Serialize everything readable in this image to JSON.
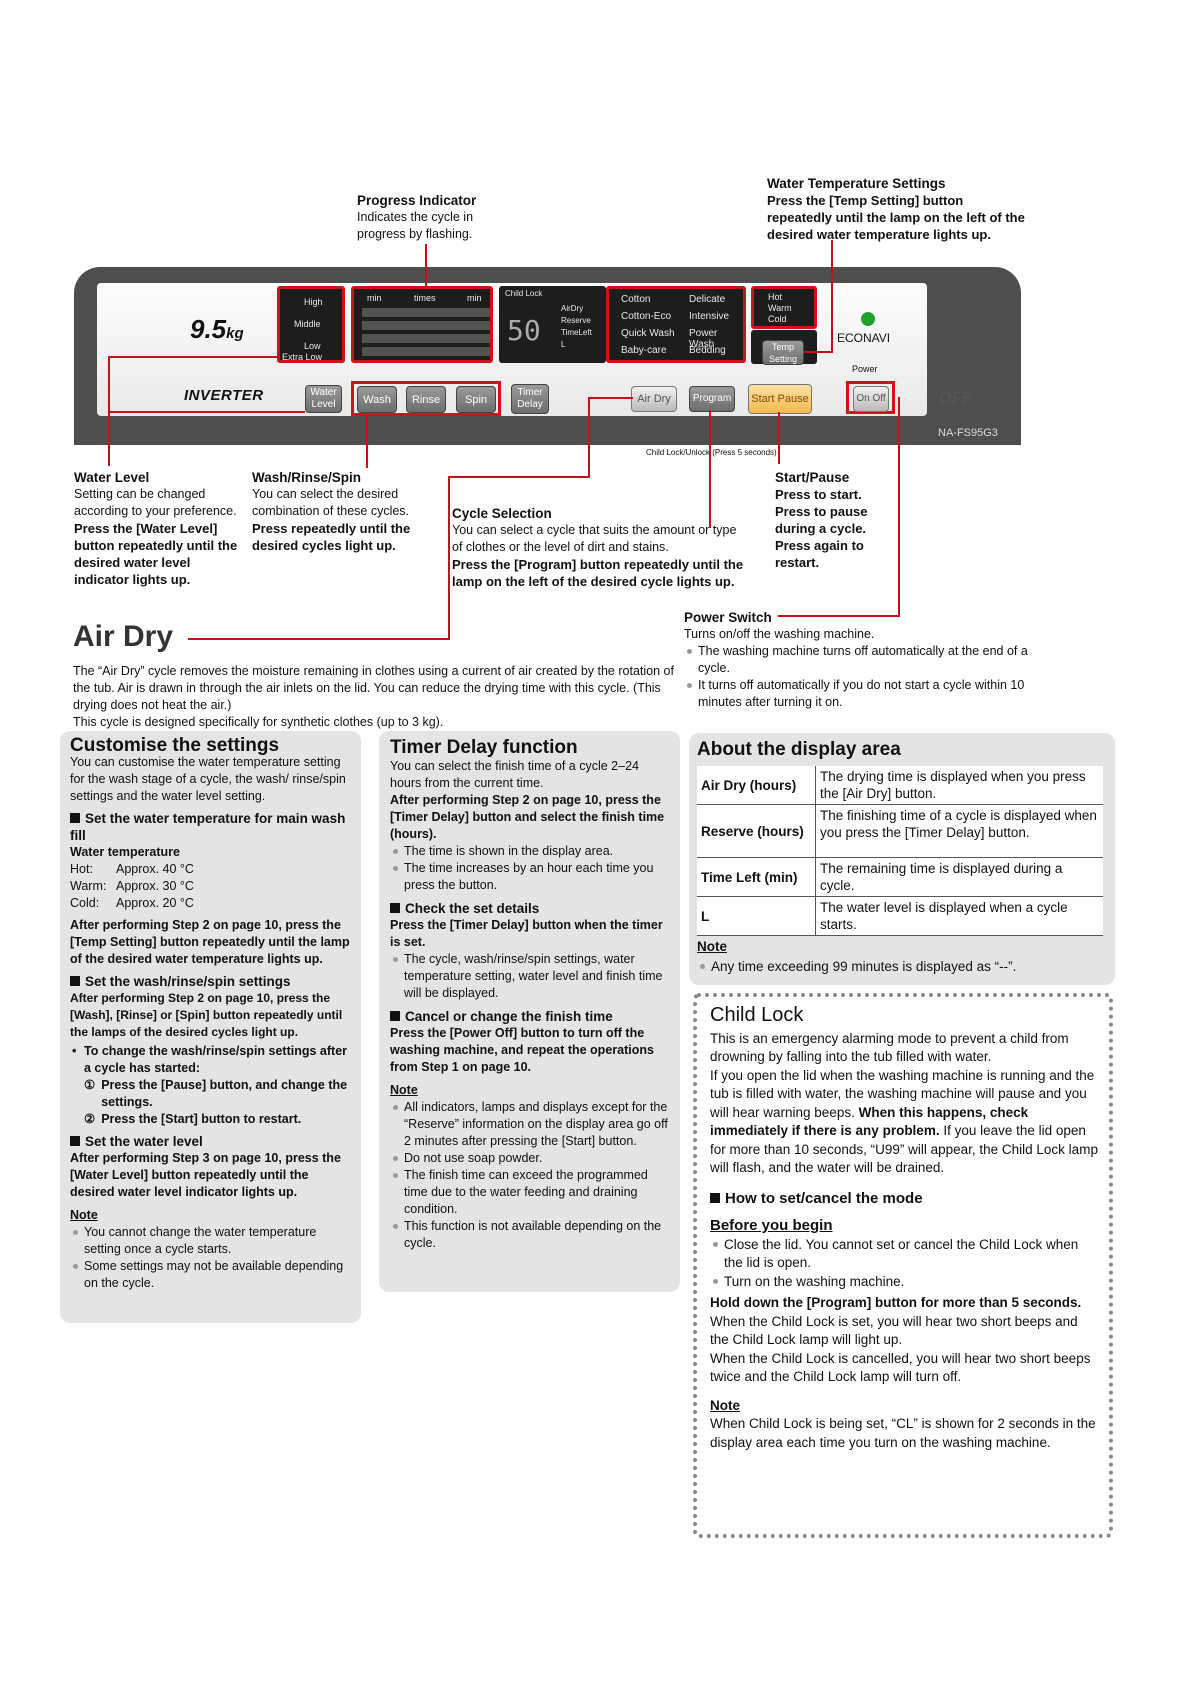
{
  "callouts": {
    "progress": {
      "title": "Progress Indicator",
      "body": "Indicates the cycle in progress by flashing."
    },
    "water_temp": {
      "title": "Water Temperature Settings",
      "body": "Press the [Temp Setting] button repeatedly until the lamp on the left of the desired water temperature lights up."
    },
    "water_level": {
      "title": "Water Level",
      "body": "Setting can be changed according to your preference.",
      "bold": "Press the [Water Level] button repeatedly until the desired water level indicator lights up."
    },
    "wash_rinse_spin": {
      "title": "Wash/Rinse/Spin",
      "body": "You can select the desired combination of these cycles.",
      "bold": "Press repeatedly until the desired cycles light up."
    },
    "cycle_selection": {
      "title": "Cycle Selection",
      "body": "You can select a cycle that suits the amount or type of clothes or the level of dirt and stains.",
      "bold": "Press the [Program] button repeatedly until the lamp on the left of the desired cycle lights up."
    },
    "start_pause": {
      "title": "Start/Pause",
      "bold": "Press to start. Press to pause during a cycle. Press again to restart."
    },
    "power_switch": {
      "title": "Power Switch",
      "body": "Turns on/off the washing machine.",
      "bullets": [
        "The washing machine turns off automatically at the end of a cycle.",
        "It turns off automatically if you do not start a cycle within 10 minutes after turning it on."
      ]
    }
  },
  "panel": {
    "capacity": "9.5",
    "capacity_unit": "kg",
    "brand": "INVERTER",
    "levels": [
      "High",
      "Middle",
      "Low",
      "Extra Low"
    ],
    "col_heads": [
      "min",
      "times",
      "min"
    ],
    "child_lock": "Child Lock",
    "display_digits": "50",
    "display_labels": [
      "AirDry",
      "Reserve",
      "TimeLeft",
      "L"
    ],
    "cycles": [
      "Cotton",
      "Delicate",
      "Cotton-Eco",
      "Intensive",
      "Quick Wash",
      "Power Wash",
      "Baby-care",
      "Bedding"
    ],
    "temps": [
      "Hot",
      "Warm",
      "Cold"
    ],
    "temp_button": "Temp Setting",
    "econavi": "ECONAVI",
    "power_label": "Power",
    "on_off": "On Off",
    "auto_off": "OFF",
    "model": "NA-FS95G3",
    "buttons": {
      "water_level": "Water Level",
      "wash": "Wash",
      "rinse": "Rinse",
      "spin": "Spin",
      "timer_delay": "Timer Delay",
      "air_dry": "Air Dry",
      "program": "Program",
      "start_pause": "Start Pause"
    },
    "child_lock_hint": "Child Lock/Unlock (Press 5 seconds)"
  },
  "air_dry": {
    "title": "Air Dry",
    "text": "The “Air Dry” cycle removes the moisture remaining in clothes using a current of air created by the rotation of the tub. Air is drawn in through the air inlets on the lid. You can reduce the drying time with this cycle. (This drying does not heat the air.)",
    "text2": "This cycle is designed specifically for synthetic clothes (up to 3 kg)."
  },
  "customise": {
    "title": "Customise the settings",
    "intro": "You can customise the water temperature setting for the wash stage of a cycle, the wash/ rinse/spin settings and the water level setting.",
    "s1_title": "Set the water temperature for main wash fill",
    "wt_head": "Water temperature",
    "wt_rows": [
      [
        "Hot:",
        "Approx. 40 °C"
      ],
      [
        "Warm:",
        "Approx. 30 °C"
      ],
      [
        "Cold:",
        "Approx. 20 °C"
      ]
    ],
    "s1_bold": "After performing Step 2 on page 10, press the [Temp Setting] button repeatedly until the lamp of the desired water temperature lights up.",
    "s2_title": "Set the wash/rinse/spin settings",
    "s2_bold": "After performing Step 2 on page 10, press the [Wash], [Rinse] or [Spin] button repeatedly until the lamps of the desired cycles light up.",
    "s2_sub": "To change the wash/rinse/spin settings after a cycle has started:",
    "s2_steps": [
      "Press the [Pause] button, and change the settings.",
      "Press the [Start] button to restart."
    ],
    "s2_marks": [
      "①",
      "②"
    ],
    "s3_title": "Set the water level",
    "s3_bold": "After performing Step 3 on page 10, press the [Water Level] button repeatedly until the desired water level indicator lights up.",
    "note_head": "Note",
    "notes": [
      "You cannot change the water temperature setting once a cycle starts.",
      "Some settings may not be available depending on the cycle."
    ]
  },
  "timer": {
    "title": "Timer Delay function",
    "intro": "You can select the finish time of a cycle 2–24 hours from the current time.",
    "intro_bold": "After performing Step 2 on page 10, press the [Timer Delay] button and select the finish time (hours).",
    "bul1": [
      "The time is shown in the display area.",
      "The time increases by an hour each time you press the button."
    ],
    "s1_title": "Check the set details",
    "s1_bold": "Press the [Timer Delay] button when the timer is set.",
    "s1_bul": [
      "The cycle, wash/rinse/spin settings, water temperature setting, water level and finish time will be displayed."
    ],
    "s2_title": "Cancel or change the finish time",
    "s2_bold": "Press the [Power Off] button to turn off the washing machine, and repeat the operations from Step 1 on page 10.",
    "note_head": "Note",
    "notes": [
      "All indicators, lamps and displays except for the “Reserve” information on the display area go off 2 minutes after pressing the [Start] button.",
      "Do not use soap powder.",
      "The finish time can exceed the programmed time due to the water feeding and draining condition.",
      "This function is not available depending on the cycle."
    ]
  },
  "display_area": {
    "title": "About the display area",
    "rows": [
      [
        "Air Dry (hours)",
        "The drying time is displayed when you press the [Air Dry] button."
      ],
      [
        "Reserve (hours)",
        "The finishing time of a cycle is displayed when you press the [Timer Delay] button."
      ],
      [
        "Time Left (min)",
        "The remaining time is displayed during a cycle."
      ],
      [
        "L",
        "The water level is displayed when a cycle starts."
      ]
    ],
    "note_head": "Note",
    "note": "Any time exceeding 99 minutes is displayed as “--”."
  },
  "child_lock": {
    "title": "Child Lock",
    "p1": "This is an emergency alarming mode to prevent a child from drowning by falling into the tub filled with water.",
    "p2a": "If you open the lid when the washing machine is running and the tub is filled with water, the washing machine will pause and you will hear warning beeps.",
    "p2b": "When this happens, check immediately if there is any problem.",
    "p2c": "If you leave the lid open for more than 10 seconds, “U99” will appear, the Child Lock lamp will flash, and the water will be drained.",
    "how_title": "How to set/cancel the mode",
    "before": "Before you begin",
    "before_items": [
      "Close the lid. You cannot set or cancel the Child Lock when the lid is open.",
      "Turn on the washing machine."
    ],
    "hold": "Hold down the [Program] button for more than 5 seconds.",
    "set_text": "When the Child Lock is set, you will hear two short beeps and the Child Lock lamp will light up.",
    "cancel_text": "When the Child Lock is cancelled, you will hear two short beeps twice and the Child Lock lamp will turn off.",
    "note_head": "Note",
    "note": "When Child Lock is being set, “CL” is shown for 2 seconds in the display area each time you turn on the washing machine."
  }
}
